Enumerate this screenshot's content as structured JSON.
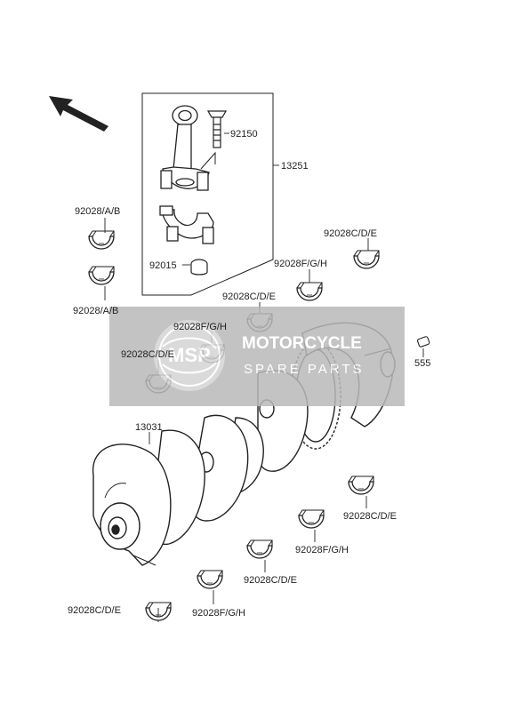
{
  "labels": {
    "conrod_bolt": "92150",
    "conrod_assy": "13251",
    "conrod_nut": "92015",
    "bearing_ab_top": "92028/A/B",
    "bearing_ab_bottom": "92028/A/B",
    "bearing_cde_right_top": "92028C/D/E",
    "bearing_fgh_upper": "92028F/G/H",
    "bearing_cde_upper_mid": "92028C/D/E",
    "bearing_fgh_mid": "92028F/G/H",
    "bearing_cde_left": "92028C/D/E",
    "crankshaft": "13031",
    "pin": "555",
    "bearing_cde_lower_right": "92028C/D/E",
    "bearing_fgh_lower_right": "92028F/G/H",
    "bearing_cde_lower_mid": "92028C/D/E",
    "bearing_fgh_lower_left": "92028F/G/H",
    "bearing_cde_lower_left": "92028C/D/E"
  },
  "watermark": {
    "logo": "MSP",
    "title": "MOTORCYCLE",
    "subtitle": "SPARE PARTS"
  },
  "colors": {
    "line": "#222222",
    "watermark_bg": "#b9b9b9",
    "watermark_accent": "#e2431f"
  }
}
